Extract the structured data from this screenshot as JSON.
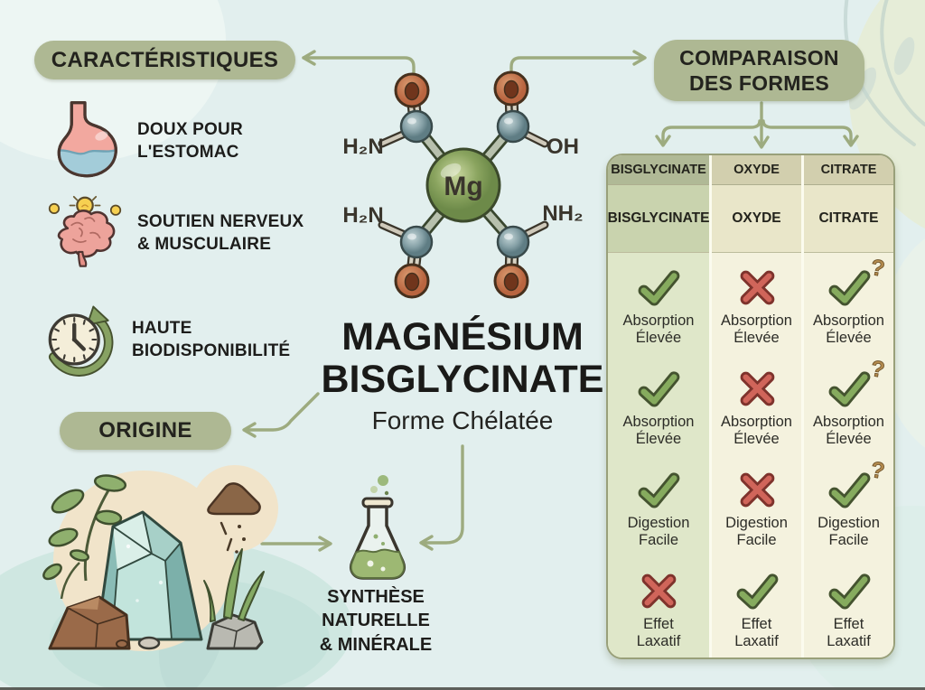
{
  "title": {
    "line1": "MAGNÉSIUM",
    "line2": "BISGLYCINATE",
    "subtitle": "Forme Chélatée"
  },
  "molecule": {
    "center_label": "Mg",
    "top_left_label": "H₂N",
    "top_right_label": "OH",
    "bottom_left_label": "H₂N",
    "bottom_right_label": "NH₂"
  },
  "characteristics": {
    "header": "CARACTÉRISTIQUES",
    "items": [
      {
        "icon": "stomach-icon",
        "line1": "DOUX POUR",
        "line2": "L'ESTOMAC"
      },
      {
        "icon": "brain-icon",
        "line1": "SOUTIEN NERVEUX",
        "line2": "& MUSCULAIRE"
      },
      {
        "icon": "clock-icon",
        "line1": "HAUTE",
        "line2": "BIODISPONIBILITÉ"
      }
    ]
  },
  "origin": {
    "header": "ORIGINE",
    "illustration": "minerals-plants-illustration",
    "flask_icon": "flask-icon",
    "synthesis_line1": "SYNTHÈSE",
    "synthesis_line2": "NATURELLE",
    "synthesis_line3": "& MINÉRALE"
  },
  "comparison": {
    "header_line1": "COMPARAISON",
    "header_line2": "DES FORMES",
    "columns": [
      "BISGLYCINATE",
      "OXYDE",
      "CITRATE"
    ],
    "columns_repeat": [
      "BISGLYCINATE",
      "OXYDE",
      "CITRATE"
    ],
    "rows": [
      {
        "label1": "Absorption",
        "label2": "Élevée",
        "marks": [
          "check",
          "cross",
          "check-question"
        ]
      },
      {
        "label1": "Absorption",
        "label2": "Élevée",
        "marks": [
          "check",
          "cross",
          "check-question"
        ]
      },
      {
        "label1": "Digestion",
        "label2": "Facile",
        "marks": [
          "check",
          "cross",
          "check-question"
        ]
      },
      {
        "label1": "Effet",
        "label2": "Laxatif",
        "marks": [
          "cross",
          "check",
          "check"
        ]
      }
    ],
    "question_glyph": "?"
  },
  "colors": {
    "background": "#e2efee",
    "pill_green": "#aeb893",
    "connector": "#9dab7f",
    "check_green": "#86ab5e",
    "cross_red": "#d0655a",
    "question_tan": "#b28a4e",
    "table_col_green": "#dfe7c9",
    "table_col_cream": "#f4f2de",
    "mg_sphere": "#8aa45f",
    "oxygen_atom": "#c06c45",
    "carbon_atom": "#85a0a6"
  }
}
